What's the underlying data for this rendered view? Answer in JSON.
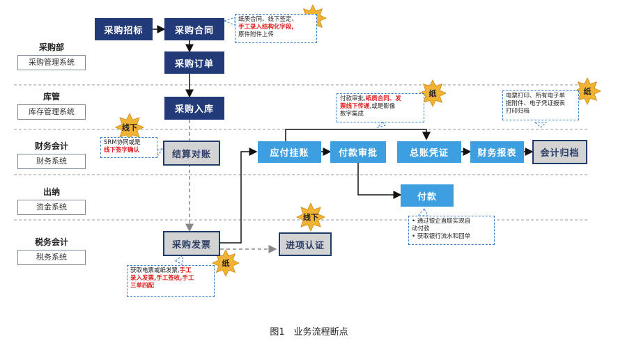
{
  "lanes": [
    {
      "dept": "采购部",
      "system": "采购管理系统"
    },
    {
      "dept": "库管",
      "system": "库存管理系统"
    },
    {
      "dept": "财务会计",
      "system": "财务系统"
    },
    {
      "dept": "出纳",
      "system": "资金系统"
    },
    {
      "dept": "税务会计",
      "system": "税务系统"
    }
  ],
  "nodes": {
    "purchase_bid": "采购招标",
    "purchase_contract": "采购合同",
    "purchase_order": "采购订单",
    "warehouse_in": "采购入库",
    "settlement": "结算对账",
    "purchase_invoice": "采购发票",
    "input_verify": "进项认证",
    "payable": "应付挂账",
    "payment_approval": "付款审批",
    "gl_voucher": "总账凭证",
    "financial_report": "财务报表",
    "accounting_archive": "会计归档",
    "payment": "付款"
  },
  "notes": {
    "contract": {
      "l1": "纸质合同、线下签定、",
      "l2": "手工录入结构化字段,",
      "l3": "原件附件上传"
    },
    "srm": {
      "l1": "SRM协同或是",
      "l2": "线下签字确认"
    },
    "approval": {
      "l1a": "付款审批,",
      "l1b": "纸质合同、发",
      "l2": "票线下传递",
      "l2b": ",或是影像",
      "l3": "数字集成"
    },
    "archive": {
      "l1": "电票打印、所有电子单",
      "l2": "据附件、电子凭证报表",
      "l3": "打印归档"
    },
    "payment": {
      "l1": "• 通过银企直联实现自",
      "l2": "  动付款",
      "l3": "• 获取银行流水和回单"
    },
    "invoice": {
      "l1a": "获取电票或纸发票,",
      "l1b": "手工",
      "l2": "录入发票,手工签收,手工",
      "l3": "三单四配"
    }
  },
  "badges": {
    "paper": "纸",
    "offline": "线下"
  },
  "colors": {
    "navy": "#233a78",
    "sky": "#3d9fe0",
    "grey": "#d3d3d3",
    "star": "#f2b233",
    "red": "#e01f1f"
  },
  "caption": "图1　业务流程断点"
}
